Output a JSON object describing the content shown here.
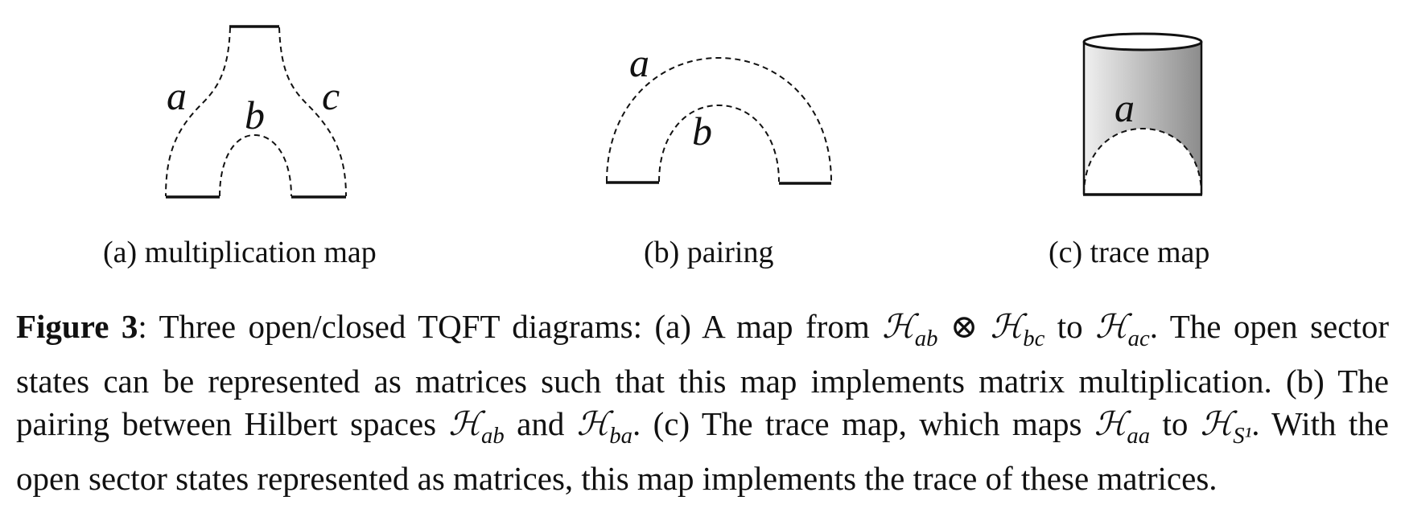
{
  "figure": {
    "number_label": "Figure 3",
    "panels": [
      {
        "id": "a",
        "subcaption": "(a) multiplication map",
        "labels": [
          "a",
          "b",
          "c"
        ]
      },
      {
        "id": "b",
        "subcaption": "(b) pairing",
        "labels": [
          "a",
          "b"
        ]
      },
      {
        "id": "c",
        "subcaption": "(c) trace map",
        "labels": [
          "a"
        ]
      }
    ],
    "caption": {
      "lead": ": Three open/closed TQFT diagrams: (a) A map from ",
      "H": "ℋ",
      "sub_ab": "ab",
      "otimes": " ⊗ ",
      "sub_bc": "bc",
      "to1": " to ",
      "sub_ac": "ac",
      "part2": ". The open sector states can be represented as matrices such that this map implements matrix multiplication. (b) The pairing between Hilbert spaces ",
      "and": " and ",
      "sub_ba": "ba",
      "part3": ". (c) The trace map, which maps ",
      "sub_aa": "aa",
      "to2": " to ",
      "sub_S1": "S¹",
      "part4": ". With the open sector states represented as matrices, this map implements the trace of these matrices."
    }
  }
}
